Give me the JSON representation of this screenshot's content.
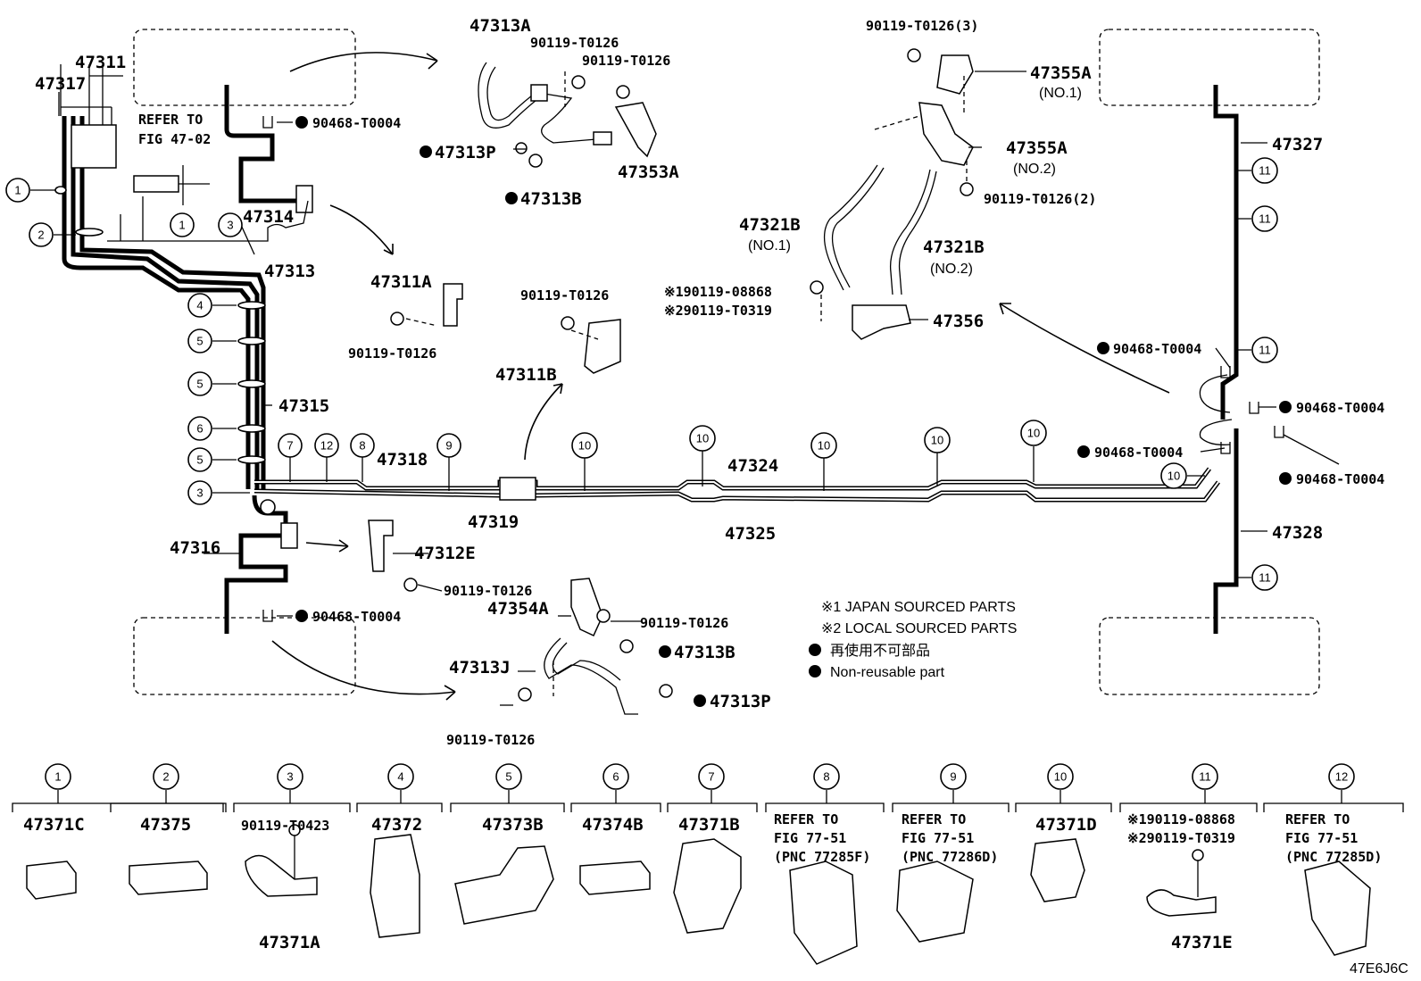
{
  "labels": {
    "p47311": "47311",
    "p47317": "47317",
    "refer_a": "REFER TO",
    "refer_b": "FIG 47-02",
    "p90468_top": "90468-T0004",
    "p47314": "47314",
    "p47313": "47313",
    "p47315": "47315",
    "p47318": "47318",
    "p47319": "47319",
    "p47324": "47324",
    "p47325": "47325",
    "p47316": "47316",
    "p47312E": "47312E",
    "p90119_312E": "90119-T0126",
    "p90468_bot": "90468-T0004",
    "p47313A": "47313A",
    "p90119_a1": "90119-T0126",
    "p90119_a2": "90119-T0126",
    "p47313P_top": "47313P",
    "p47313B_top": "47313B",
    "p47353A": "47353A",
    "p47311A": "47311A",
    "p90119_311A": "90119-T0126",
    "p90119_311B": "90119-T0126",
    "p47311B": "47311B",
    "p47354A": "47354A",
    "p90119_354A": "90119-T0126",
    "p47313B_bot": "47313B",
    "p47313J": "47313J",
    "p47313P_bot": "47313P",
    "p90119_313J": "90119-T0126",
    "p90119_3": "90119-T0126(3)",
    "p47355A_1": "47355A",
    "no1_a": "(NO.1)",
    "p47355A_2": "47355A",
    "no2_a": "(NO.2)",
    "p90119_2": "90119-T0126(2)",
    "p47321B_1": "47321B",
    "no1_b": "(NO.1)",
    "p47321B_2": "47321B",
    "no2_b": "(NO.2)",
    "p90119_08868": "※190119-08868",
    "p90119_T0319": "※290119-T0319",
    "p47356": "47356",
    "p47327": "47327",
    "p47328": "47328",
    "p90468_r1": "90468-T0004",
    "p90468_r2": "90468-T0004",
    "p90468_r3": "90468-T0004",
    "p90468_r4": "90468-T0004"
  },
  "notes": {
    "japan": "※1 JAPAN SOURCED PARTS",
    "local": "※2 LOCAL SOURCED PARTS",
    "nonreuse_jp": "再使用不可部品",
    "nonreuse_en": "Non-reusable part"
  },
  "callouts": {
    "c1": "1",
    "c2": "2",
    "c3": "3",
    "c4": "4",
    "c5": "5",
    "c6": "6",
    "c7": "7",
    "c8": "8",
    "c9": "9",
    "c10": "10",
    "c11": "11",
    "c12": "12"
  },
  "legend": [
    {
      "num": "1",
      "lines": [
        "47371C"
      ],
      "bottom": ""
    },
    {
      "num": "2",
      "lines": [
        "47375"
      ],
      "bottom": ""
    },
    {
      "num": "3",
      "lines": [
        "90119-T0423"
      ],
      "bottom": "47371A"
    },
    {
      "num": "4",
      "lines": [
        "47372"
      ],
      "bottom": ""
    },
    {
      "num": "5",
      "lines": [
        "47373B"
      ],
      "bottom": ""
    },
    {
      "num": "6",
      "lines": [
        "47374B"
      ],
      "bottom": ""
    },
    {
      "num": "7",
      "lines": [
        "47371B"
      ],
      "bottom": ""
    },
    {
      "num": "8",
      "lines": [
        "REFER TO",
        "FIG 77-51",
        "(PNC 77285F)"
      ],
      "bottom": ""
    },
    {
      "num": "9",
      "lines": [
        "REFER TO",
        "FIG 77-51",
        "(PNC 77286D)"
      ],
      "bottom": ""
    },
    {
      "num": "10",
      "lines": [
        "47371D"
      ],
      "bottom": ""
    },
    {
      "num": "11",
      "lines": [
        "※190119-08868",
        "※290119-T0319"
      ],
      "bottom": "47371E"
    },
    {
      "num": "12",
      "lines": [
        "REFER TO",
        "FIG 77-51",
        "(PNC 77285D)"
      ],
      "bottom": ""
    }
  ],
  "figure_id": "47E6J6C"
}
